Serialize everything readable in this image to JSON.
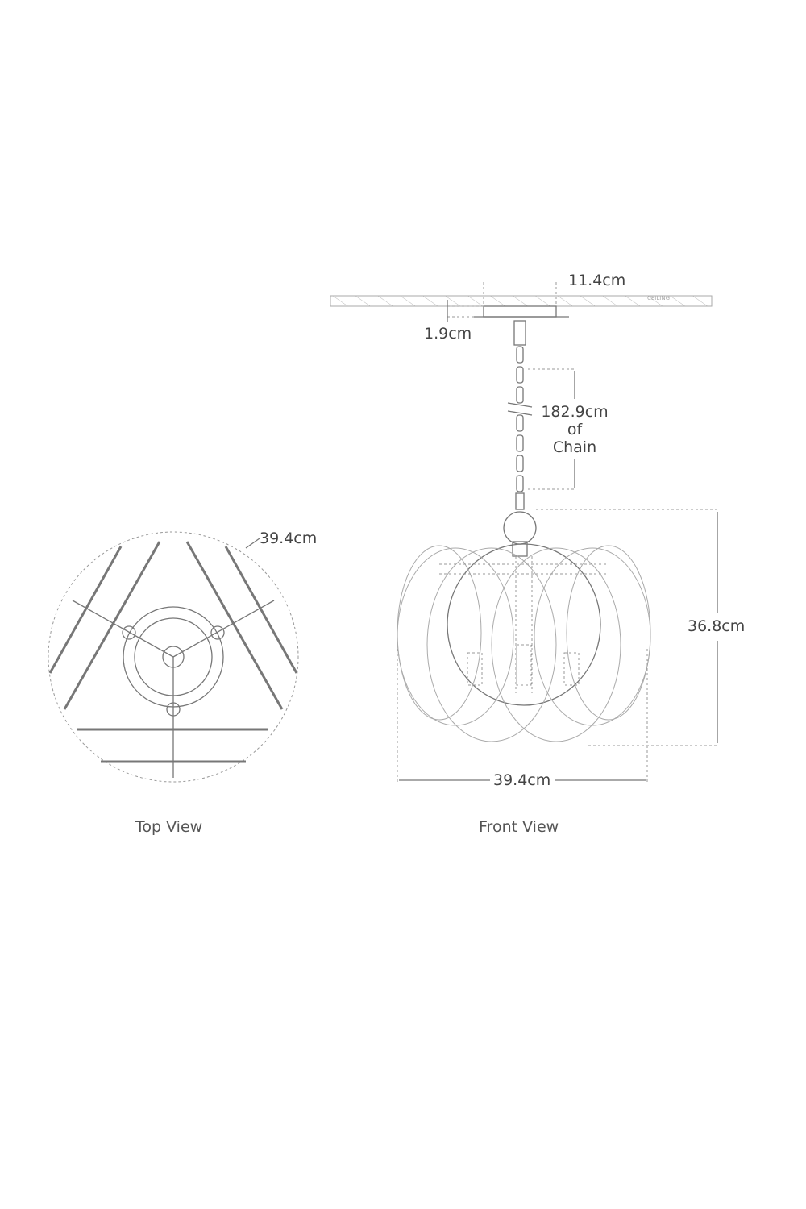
{
  "top_view": {
    "caption": "Top View",
    "diameter_label": "39.4cm"
  },
  "front_view": {
    "caption": "Front View",
    "ceiling_label": "CEILING",
    "canopy_width_label": "11.4cm",
    "canopy_height_label": "1.9cm",
    "chain_length_label": "182.9cm",
    "chain_of_label": "of",
    "chain_label": "Chain",
    "height_label": "36.8cm",
    "width_label": "39.4cm"
  },
  "colors": {
    "line": "#777777",
    "text": "#444444"
  }
}
